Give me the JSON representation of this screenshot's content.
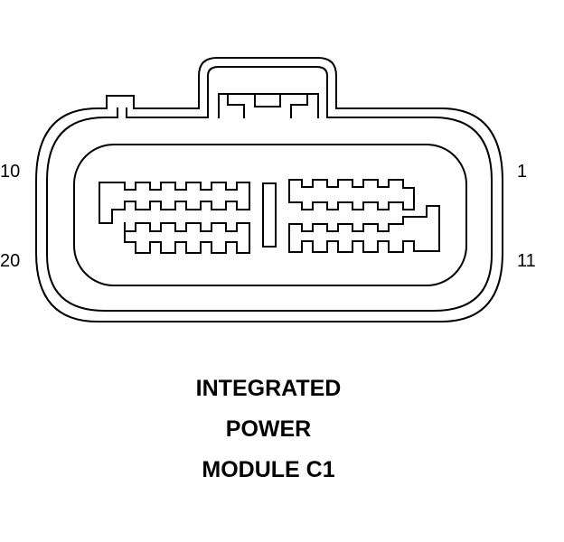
{
  "pin_labels": {
    "top_left": "10",
    "top_right": "1",
    "bottom_left": "20",
    "bottom_right": "11"
  },
  "caption": {
    "line1": "INTEGRATED",
    "line2": "POWER",
    "line3": "MODULE C1"
  },
  "colors": {
    "line": "#000000",
    "background": "#ffffff"
  }
}
